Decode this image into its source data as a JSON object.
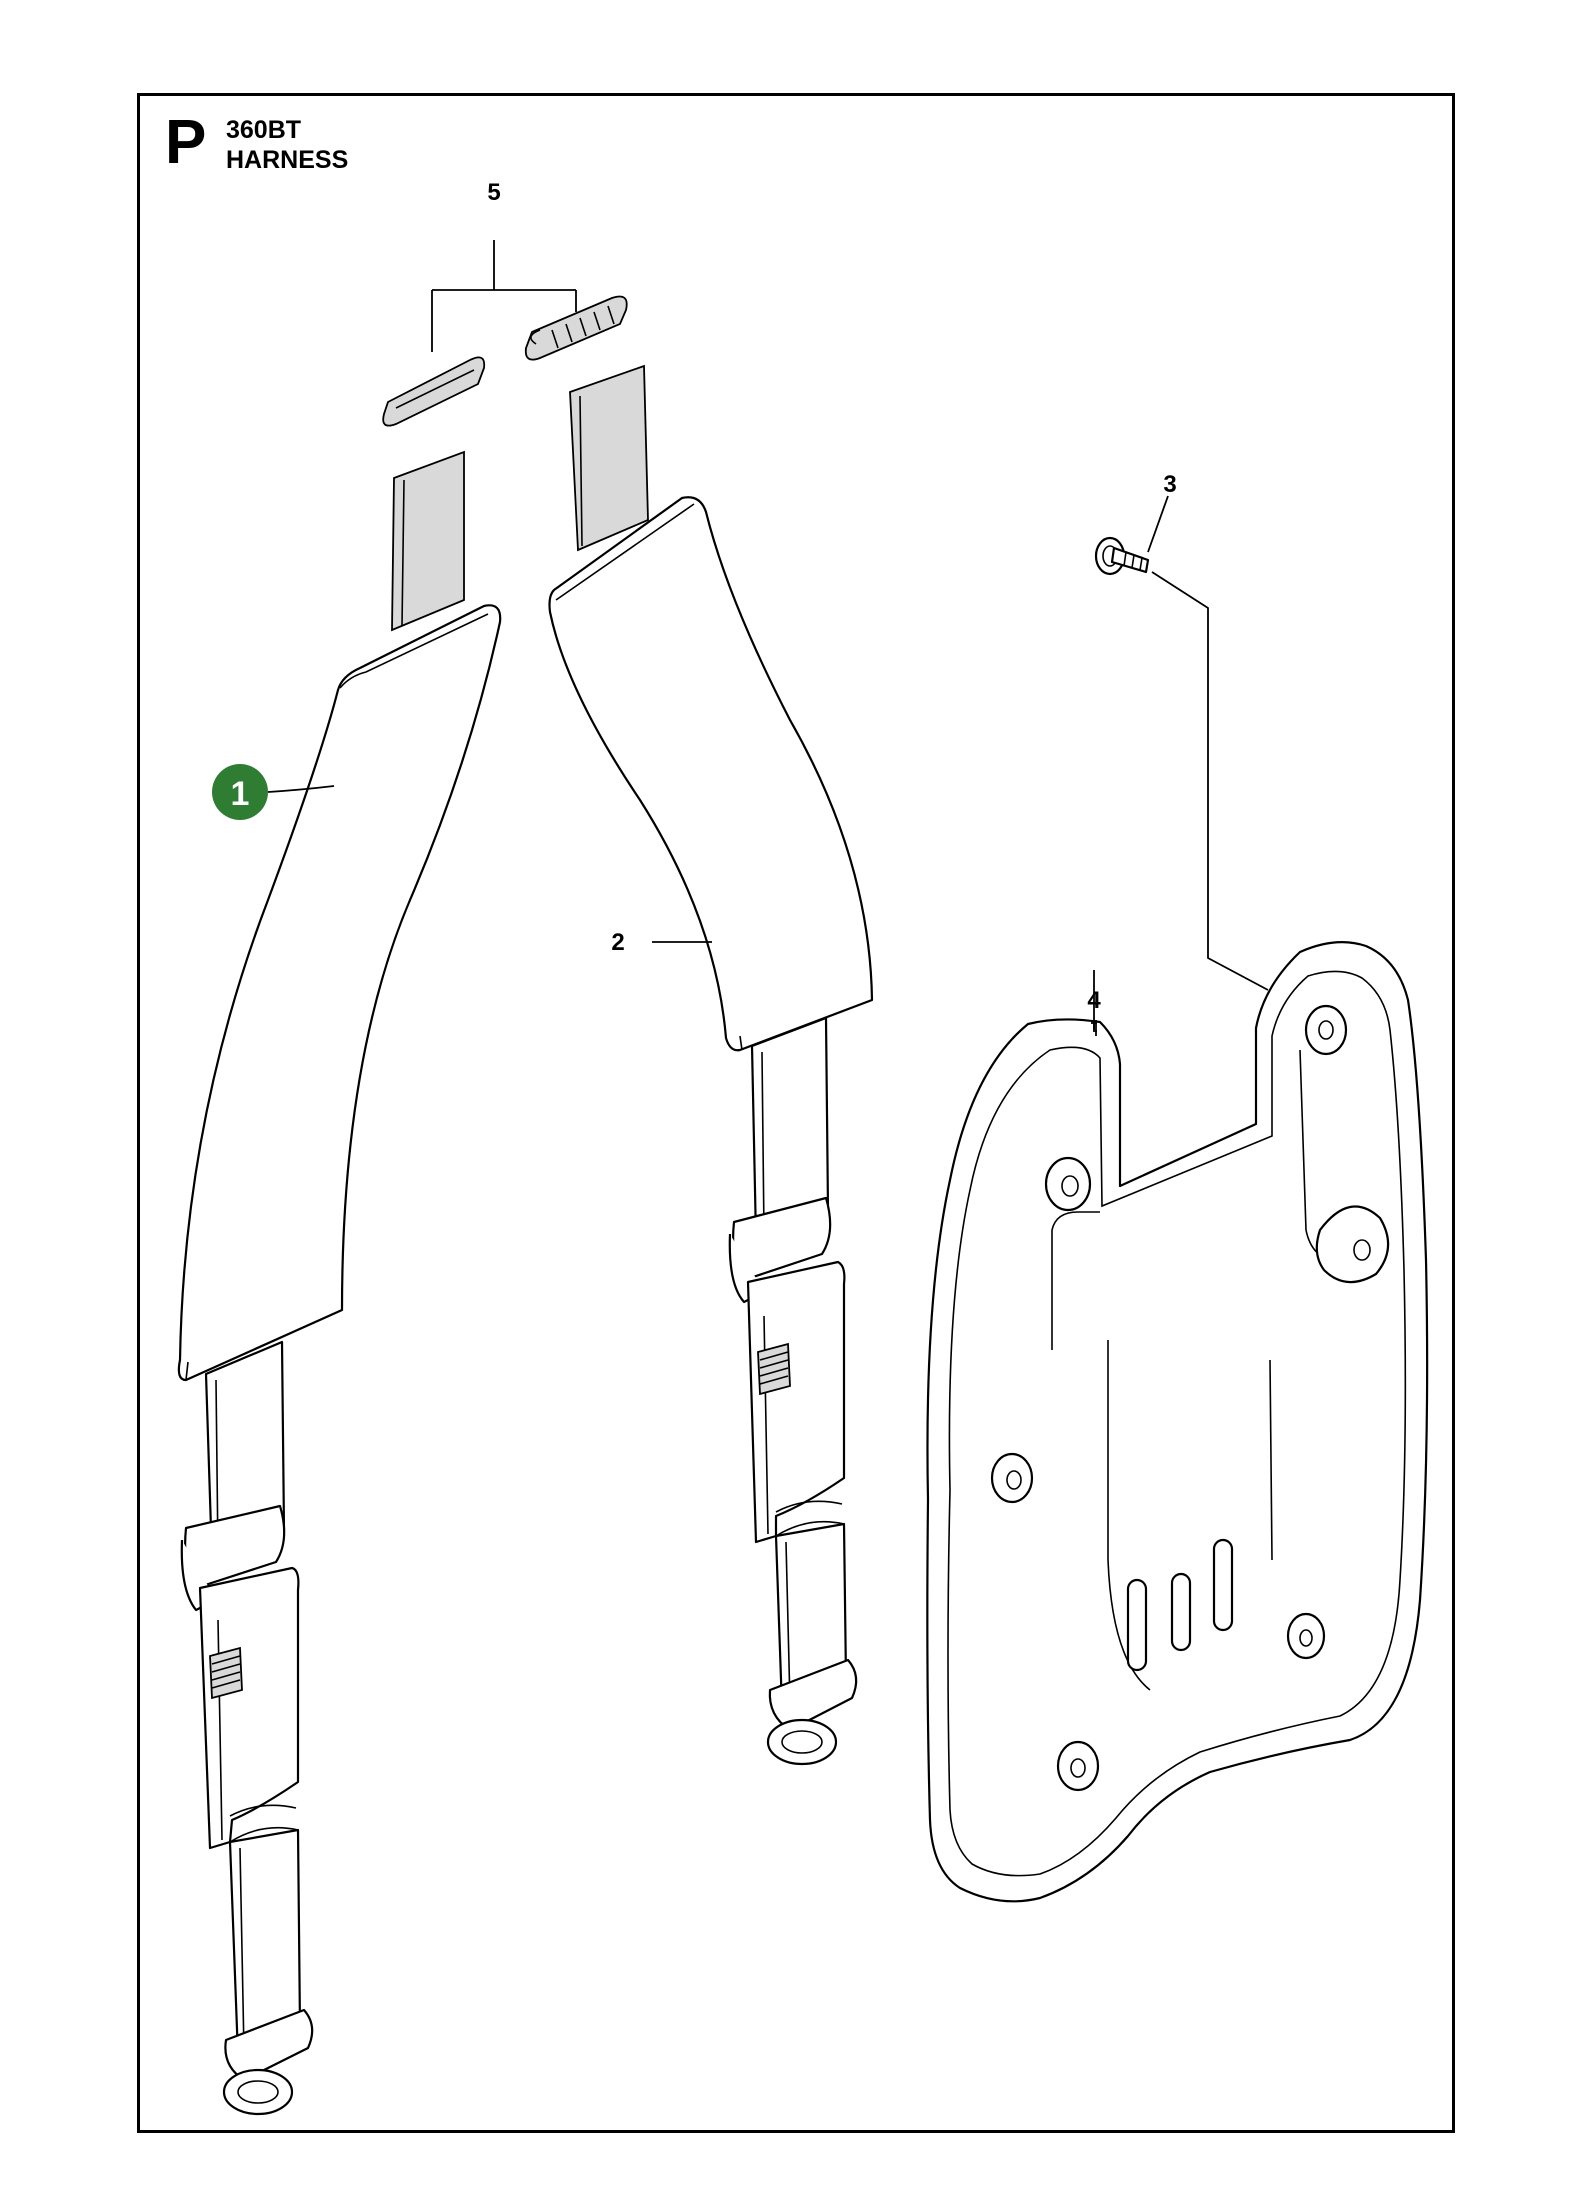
{
  "header": {
    "section_letter": "P",
    "model": "360BT",
    "title": "HARNESS"
  },
  "callouts": [
    {
      "id": "1",
      "highlighted": true
    },
    {
      "id": "2",
      "highlighted": false
    },
    {
      "id": "3",
      "highlighted": false
    },
    {
      "id": "4",
      "highlighted": false
    },
    {
      "id": "5",
      "highlighted": false
    }
  ],
  "colors": {
    "highlight_badge": "#2e7d32",
    "line": "#000000",
    "background": "#ffffff"
  }
}
